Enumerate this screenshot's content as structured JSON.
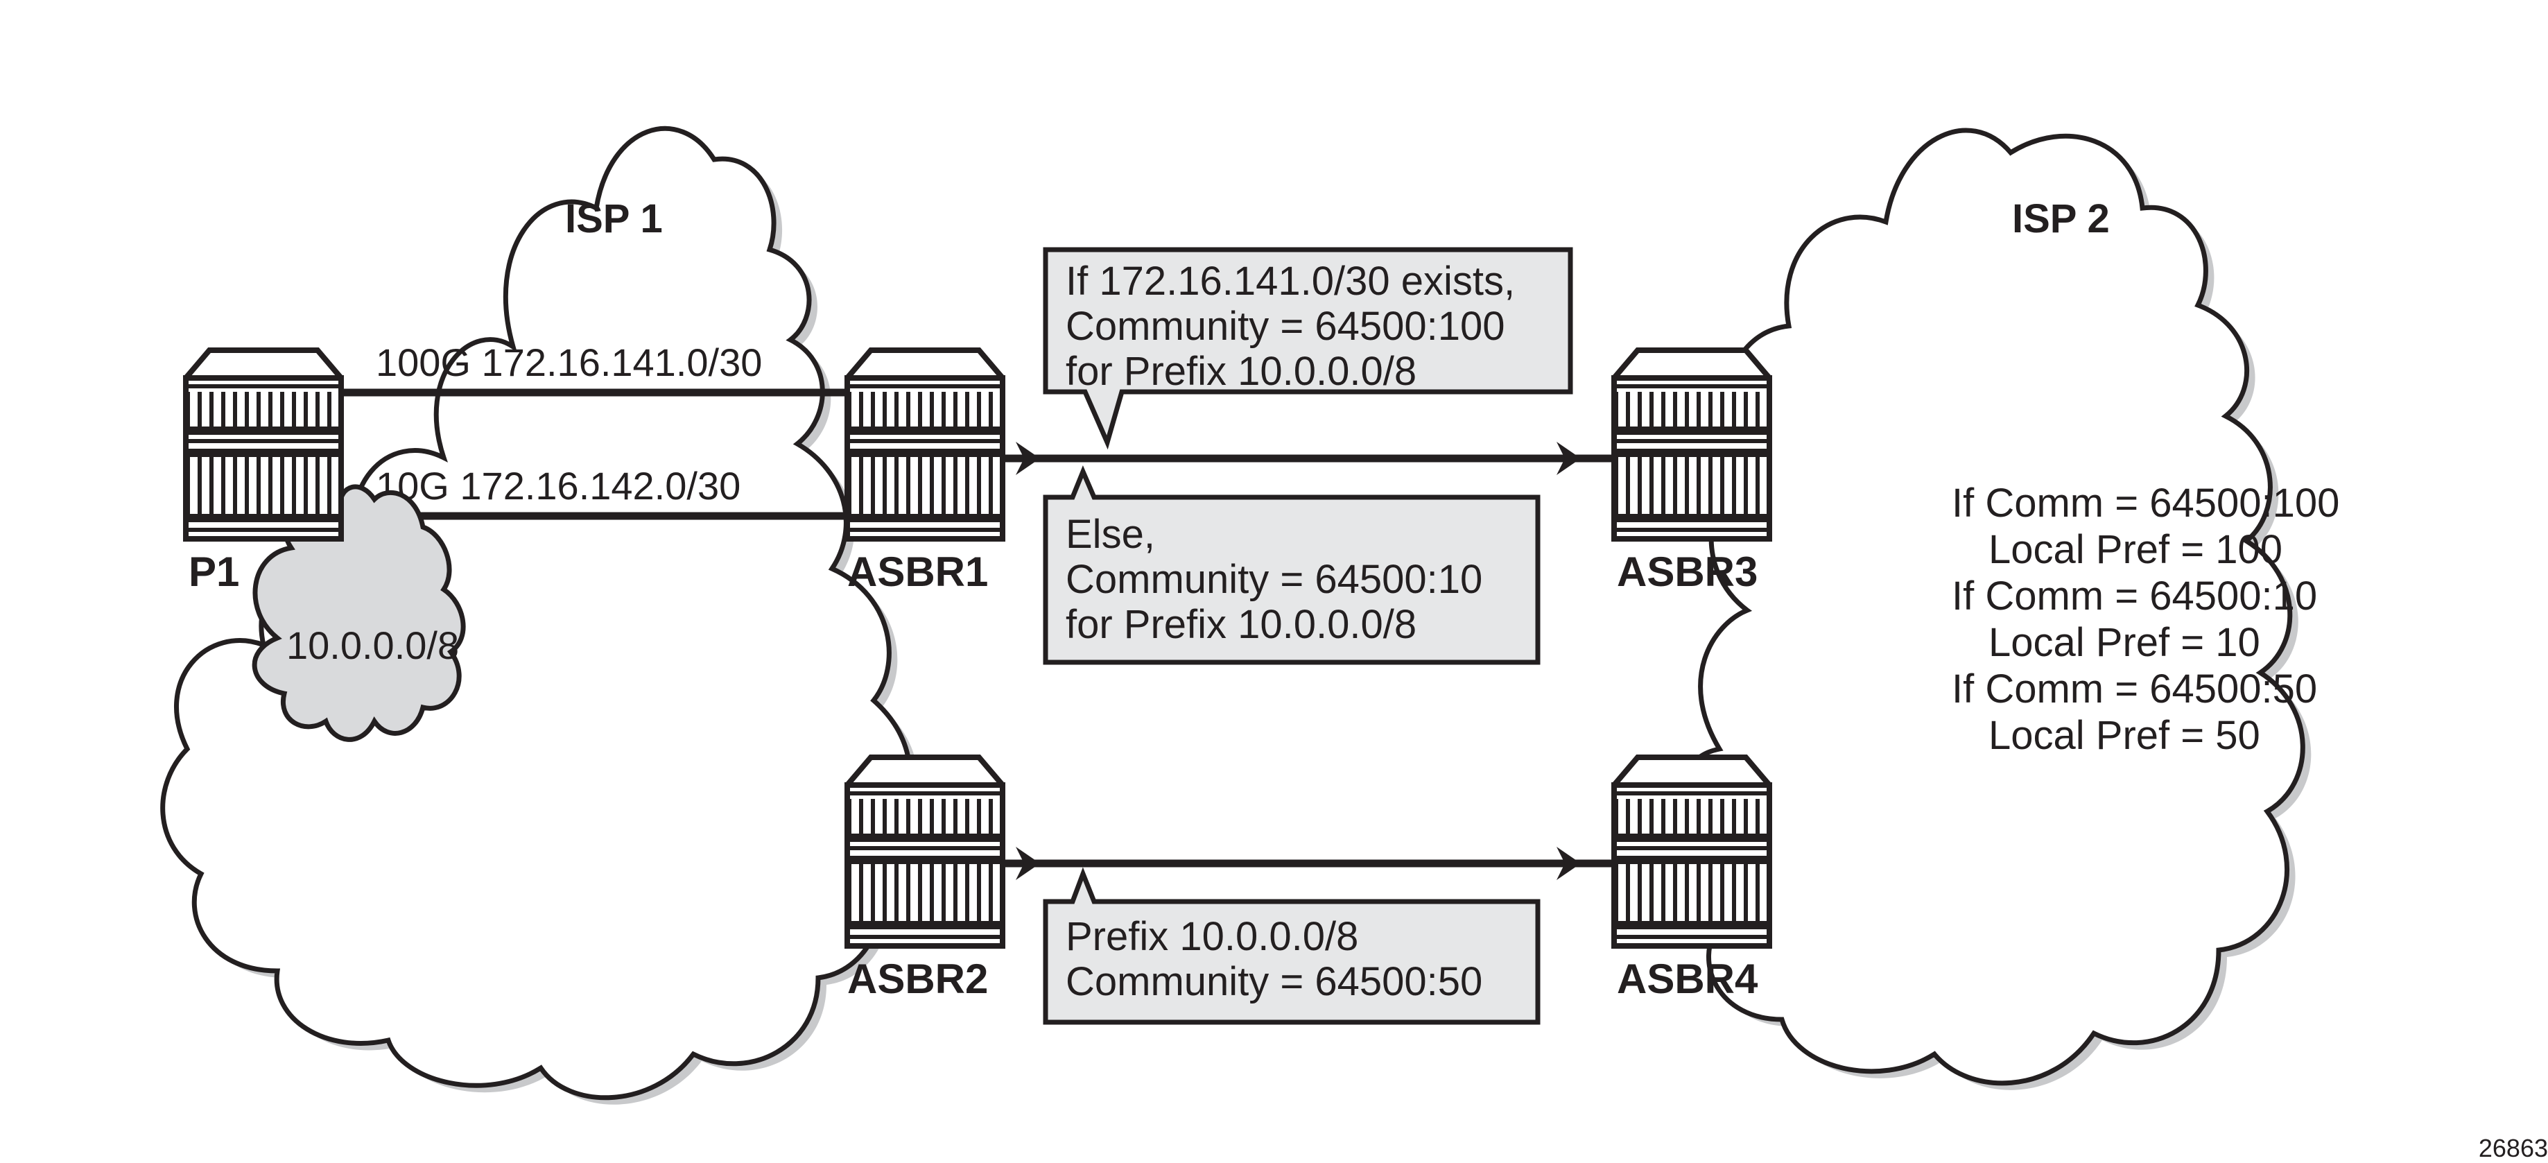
{
  "colors": {
    "stroke": "#231f20",
    "cloud_fill": "#ffffff",
    "cloud_shadow": "#c8c9cb",
    "prefix_cloud_fill": "#d9dadc",
    "callout_fill": "#e6e7e8"
  },
  "clouds": {
    "isp1": {
      "label": "ISP 1"
    },
    "isp2": {
      "label": "ISP 2"
    },
    "prefix": {
      "label": "10.0.0.0/8"
    }
  },
  "routers": {
    "p1": {
      "label": "P1",
      "icon": "router-icon"
    },
    "asbr1": {
      "label": "ASBR1",
      "icon": "router-icon"
    },
    "asbr2": {
      "label": "ASBR2",
      "icon": "router-icon"
    },
    "asbr3": {
      "label": "ASBR3",
      "icon": "router-icon"
    },
    "asbr4": {
      "label": "ASBR4",
      "icon": "router-icon"
    }
  },
  "links": {
    "p1_asbr1_100g": {
      "label": "100G 172.16.141.0/30"
    },
    "p1_asbr1_10g": {
      "label": "10G 172.16.142.0/30"
    }
  },
  "callouts": {
    "top": {
      "lines": [
        "If 172.16.141.0/30 exists,",
        "Community = 64500:100",
        "for Prefix 10.0.0.0/8"
      ]
    },
    "middle": {
      "lines": [
        "Else,",
        "Community = 64500:10",
        "for Prefix 10.0.0.0/8"
      ]
    },
    "bottom": {
      "lines": [
        "Prefix 10.0.0.0/8",
        "Community = 64500:50"
      ]
    }
  },
  "policy": {
    "lines": [
      "If Comm = 64500:100",
      "Local Pref = 100",
      "If Comm = 64500:10",
      "Local Pref = 10",
      "If Comm = 64500:50",
      "Local Pref = 50"
    ]
  },
  "figure_id": "26863"
}
